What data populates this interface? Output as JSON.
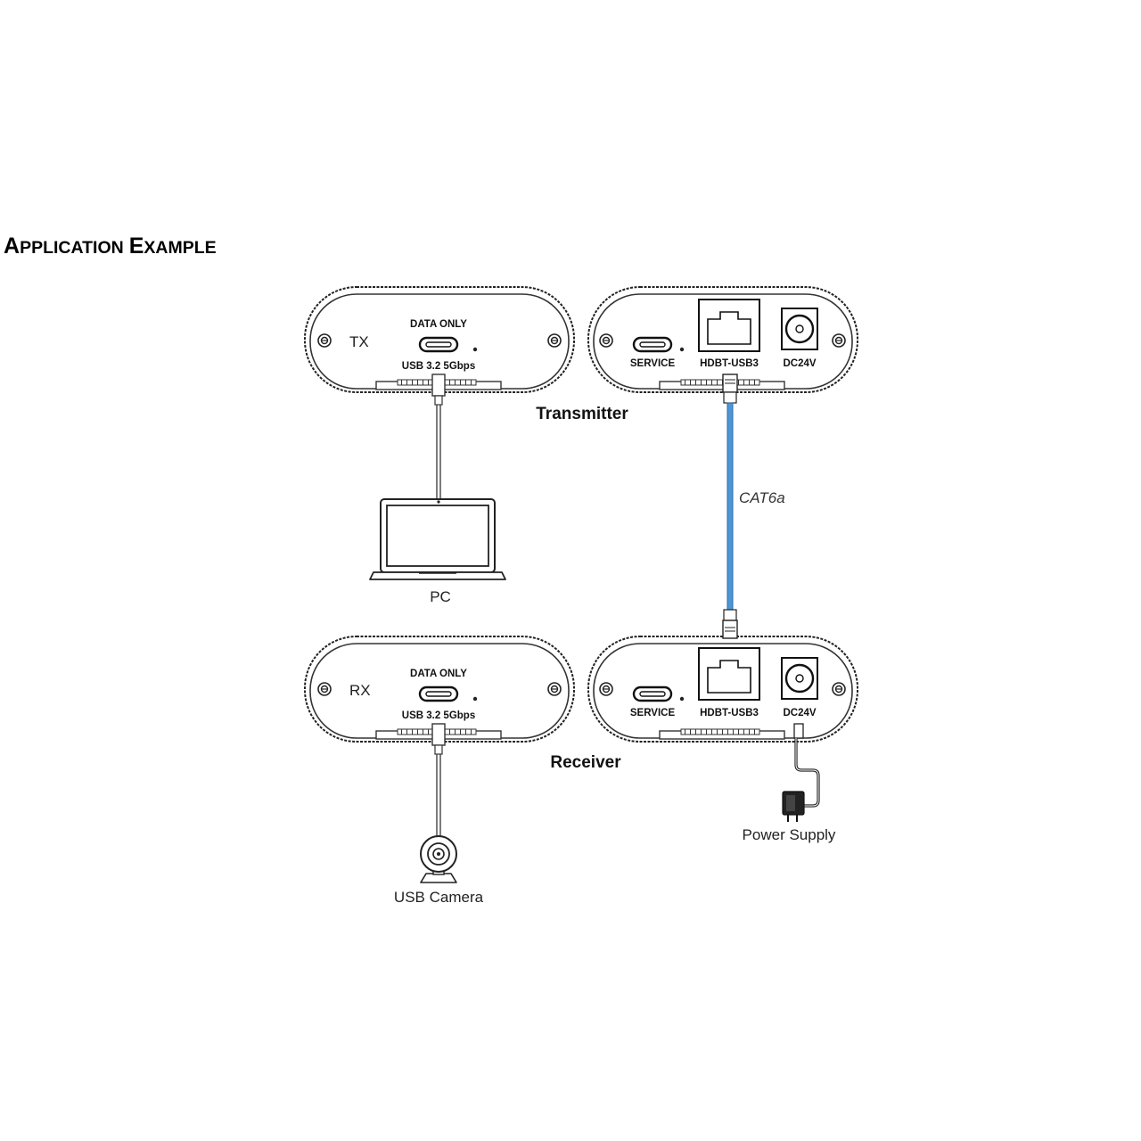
{
  "heading": {
    "big_a": "A",
    "rest_a": "PPLICATION",
    "big_e": "E",
    "rest_e": "XAMPLE"
  },
  "tx_usb": {
    "unit_label": "TX",
    "top_label": "DATA ONLY",
    "bottom_label": "USB 3.2 5Gbps"
  },
  "tx_hdbt": {
    "service_label": "SERVICE",
    "hdbt_label": "HDBT-USB3",
    "dc_label": "DC24V"
  },
  "rx_usb": {
    "unit_label": "RX",
    "top_label": "DATA ONLY",
    "bottom_label": "USB 3.2 5Gbps"
  },
  "rx_hdbt": {
    "service_label": "SERVICE",
    "hdbt_label": "HDBT-USB3",
    "dc_label": "DC24V"
  },
  "labels": {
    "transmitter": "Transmitter",
    "receiver": "Receiver",
    "pc": "PC",
    "usb_camera": "USB Camera",
    "power_supply": "Power Supply",
    "cable": "CAT6a"
  },
  "colors": {
    "cable": "#4f96d4",
    "outline": "#222222"
  }
}
